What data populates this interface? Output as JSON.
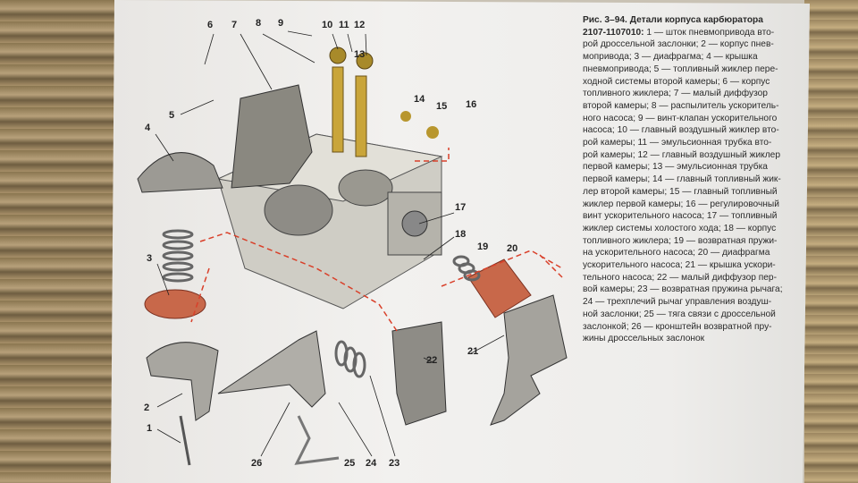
{
  "caption": {
    "title_line1": "Рис. 3–94. Детали корпуса карбюратора",
    "title_code": "2107-1107010:",
    "first_line_rest": " 1 — шток пневмопривода вто-",
    "lines": [
      "рой дроссельной заслонки; 2 — корпус пнев-",
      "мопривода; 3 — диафрагма; 4 — крышка",
      "пневмопривода; 5 — топливный жиклер пере-",
      "ходной системы второй камеры; 6 — корпус",
      "топливного жиклера; 7 — малый диффузор",
      "второй камеры; 8 — распылитель ускоритель-",
      "ного насоса; 9 — винт-клапан ускорительного",
      "насоса; 10 — главный воздушный жиклер вто-",
      "рой камеры; 11 — эмульсионная трубка вто-",
      "рой камеры; 12 — главный воздушный жиклер",
      "первой камеры; 13 — эмульсионная трубка",
      "первой камеры; 14 — главный топливный жик-",
      "лер второй камеры; 15 — главный топливный",
      "жиклер первой камеры; 16 — регулировочный",
      "винт ускорительного насоса; 17 — топливный",
      "жиклер системы холостого хода; 18 — корпус",
      "топливного жиклера; 19 — возвратная пружи-",
      "на ускорительного насоса; 20 — диафрагма",
      "ускорительного насоса; 21 — крышка ускори-",
      "тельного насоса; 22 — малый диффузор пер-",
      "вой камеры; 23 — возвратная пружина рычага;",
      "24 — трехплечий рычаг управления воздуш-",
      "ной заслонки; 25 — тяга связи с дроссельной",
      "заслонкой; 26 — кронштейн возвратной пру-",
      "жины дроссельных заслонок"
    ]
  },
  "labels": [
    "1",
    "2",
    "3",
    "4",
    "5",
    "6",
    "7",
    "8",
    "9",
    "10",
    "11",
    "12",
    "13",
    "14",
    "15",
    "16",
    "17",
    "18",
    "19",
    "20",
    "21",
    "22",
    "23",
    "24",
    "25",
    "26"
  ],
  "colors": {
    "metal": "#9a9890",
    "brass": "#c9a53a",
    "diaphragm": "#c8684a",
    "leader_red": "#d9402a"
  }
}
